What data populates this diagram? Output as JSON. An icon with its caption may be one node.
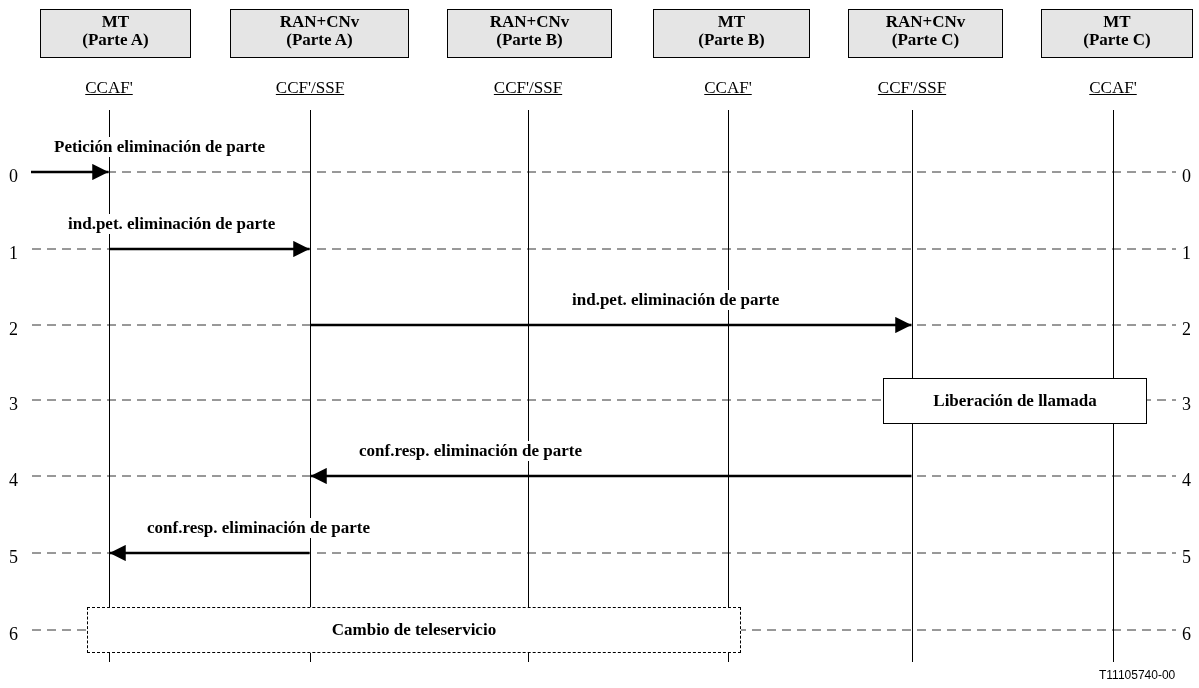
{
  "diagram": {
    "nodes": [
      {
        "text": [
          "MT (Parte A)"
        ],
        "beside": [
          "CCAF'"
        ]
      },
      {
        "text": [
          "RAN+CNv (Parte A)"
        ],
        "beside": [
          "CCF'/SSF"
        ]
      },
      {
        "text": [
          "RAN+CNv (Parte B)"
        ],
        "beside": [
          "CCF'/SSF"
        ]
      },
      {
        "text": [
          "MT (Parte B)"
        ],
        "beside": [
          "CCAF'"
        ]
      },
      {
        "text": [
          "RAN+CNv (Parte C)"
        ],
        "beside": [
          "CCF'/SSF"
        ]
      },
      {
        "text": [
          "MT (Parte C)"
        ],
        "beside": [
          "CCAF'"
        ]
      },
      {
        "text": [],
        "shape": "bar"
      },
      {
        "text": [],
        "shape": "bar"
      },
      {
        "text": [],
        "shape": "bar"
      },
      {
        "text": [],
        "shape": "bar"
      },
      {
        "text": [],
        "shape": "bar"
      },
      {
        "text": [],
        "shape": "bar"
      },
      {
        "text": [
          "Liberación de llamada"
        ]
      },
      {
        "text": [
          "Cambio de teleservicio"
        ]
      }
    ],
    "edges": [
      {
        "from": null,
        "to": 6,
        "arrow": "to",
        "label": "Petición eliminación de parte"
      },
      {
        "from": 6,
        "to": 7,
        "arrow": "to",
        "label": "ind.pet. eliminación de parte"
      },
      {
        "from": 7,
        "to": 10,
        "arrow": "to",
        "label": "ind.pet. eliminación de parte"
      },
      {
        "from": 10,
        "to": 7,
        "arrow": "to",
        "label": "conf.resp. eliminación de parte"
      },
      {
        "from": 7,
        "to": 6,
        "arrow": "to",
        "label": "conf.resp. eliminación de parte"
      }
    ],
    "labels": [
      "0",
      "0",
      "1",
      "1",
      "2",
      "2",
      "3",
      "3",
      "4",
      "4",
      "5",
      "5",
      "6",
      "6",
      "T11105740-00"
    ]
  }
}
